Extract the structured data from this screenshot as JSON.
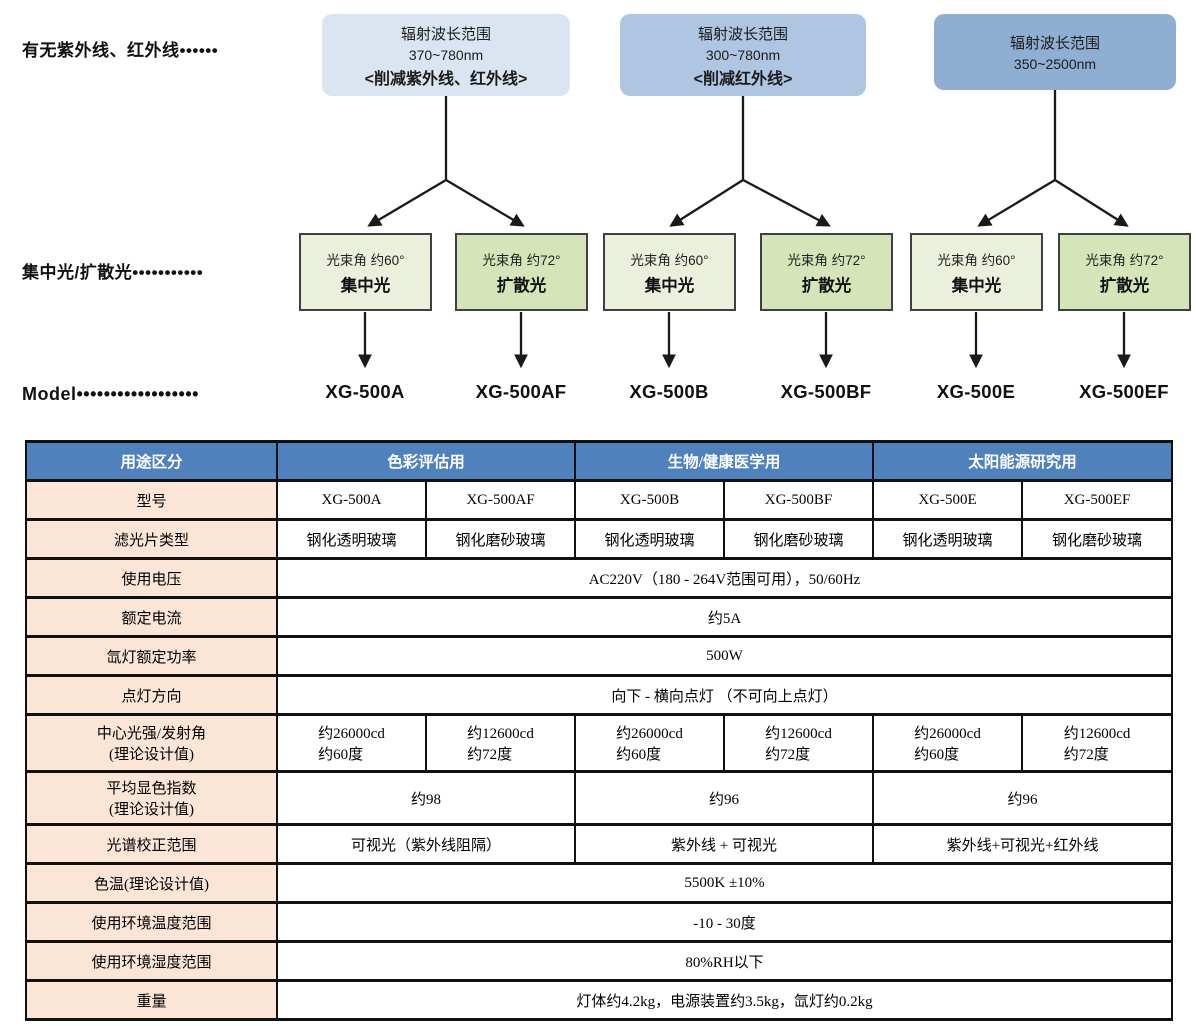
{
  "diagram": {
    "row_labels": {
      "uv_ir": "有无紫外线、红外线••••••",
      "beam": "集中光/扩散光•••••••••••",
      "model": "Model••••••••••••••••••"
    },
    "wavelength_boxes": [
      {
        "title": "辐射波长范围",
        "range": "370~780nm",
        "note": "<削减紫外线、红外线>",
        "bg": "#dbe5f1"
      },
      {
        "title": "辐射波长范围",
        "range": "300~780nm",
        "note": "<削减红外线>",
        "bg": "#aec6e2"
      },
      {
        "title": "辐射波长范围",
        "range": "350~2500nm",
        "note": "",
        "bg": "#8fafd2"
      }
    ],
    "beam_boxes": [
      {
        "angle": "光束角 约60°",
        "type": "集中光"
      },
      {
        "angle": "光束角 约72°",
        "type": "扩散光"
      },
      {
        "angle": "光束角 约60°",
        "type": "集中光"
      },
      {
        "angle": "光束角 约72°",
        "type": "扩散光"
      },
      {
        "angle": "光束角 约60°",
        "type": "集中光"
      },
      {
        "angle": "光束角 约72°",
        "type": "扩散光"
      }
    ],
    "models": [
      "XG-500A",
      "XG-500AF",
      "XG-500B",
      "XG-500BF",
      "XG-500E",
      "XG-500EF"
    ]
  },
  "table": {
    "header": {
      "col0": "用途区分",
      "groups": [
        "色彩评估用",
        "生物/健康医学用",
        "太阳能源研究用"
      ]
    },
    "rows": [
      {
        "label": "型号",
        "cells": [
          "XG-500A",
          "XG-500AF",
          "XG-500B",
          "XG-500BF",
          "XG-500E",
          "XG-500EF"
        ]
      },
      {
        "label": "滤光片类型",
        "cells": [
          "钢化透明玻璃",
          "钢化磨砂玻璃",
          "钢化透明玻璃",
          "钢化磨砂玻璃",
          "钢化透明玻璃",
          "钢化磨砂玻璃"
        ]
      },
      {
        "label": "使用电压",
        "span": "AC220V（180 - 264V范围可用），50/60Hz"
      },
      {
        "label": "额定电流",
        "span": "约5A"
      },
      {
        "label": "氙灯额定功率",
        "span": "500W"
      },
      {
        "label": "点灯方向",
        "span": "向下 - 横向点灯 （不可向上点灯）"
      },
      {
        "label": "中心光强/发射角\n(理论设计值)",
        "cells": [
          "约26000cd\n约60度",
          "约12600cd\n约72度",
          "约26000cd\n约60度",
          "约12600cd\n约72度",
          "约26000cd\n约60度",
          "约12600cd\n约72度"
        ]
      },
      {
        "label": "平均显色指数\n(理论设计值)",
        "cells3": [
          "约98",
          "约96",
          "约96"
        ]
      },
      {
        "label": "光谱校正范围",
        "cells3": [
          "可视光（紫外线阻隔）",
          "紫外线 + 可视光",
          "紫外线+可视光+红外线"
        ]
      },
      {
        "label": "色温(理论设计值)",
        "span": "5500K ±10%"
      },
      {
        "label": "使用环境温度范围",
        "span": "-10 - 30度"
      },
      {
        "label": "使用环境湿度范围",
        "span": "80%RH以下"
      },
      {
        "label": "重量",
        "span": "灯体约4.2kg，电源装置约3.5kg，氙灯约0.2kg"
      }
    ]
  },
  "colors": {
    "table_header_bg": "#4f81bd",
    "table_label_bg": "#fbe5d6",
    "wavelength_box_bgs": [
      "#dbe5f1",
      "#aec6e2",
      "#8fafd2"
    ],
    "beam_concentrated_bg": "#eaf0dc",
    "beam_diffused_bg": "#d6e4ba"
  }
}
